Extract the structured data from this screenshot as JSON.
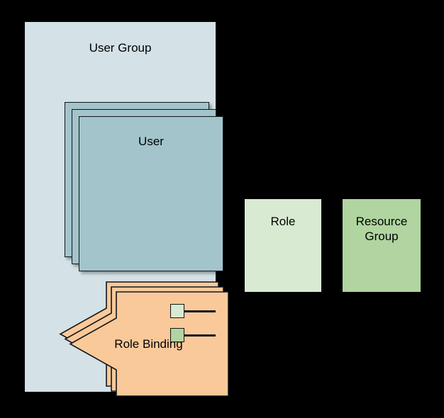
{
  "diagram": {
    "title": "RBAC role binding diagram",
    "background_color": "#000000",
    "nodes": {
      "user_group": {
        "label": "User Group",
        "fill": "#d4e1e6",
        "stroke": "none"
      },
      "user": {
        "label": "User",
        "fill": "#a3c4cb",
        "stroke": "#11171a",
        "stack_count": 3
      },
      "role_binding": {
        "label": "Role Binding",
        "fill": "#fac99a",
        "stroke": "#11171a",
        "stack_count": 3,
        "shape": "left-arrow"
      },
      "role": {
        "label": "Role",
        "fill": "#d9ead3",
        "stroke": "none"
      },
      "resource_group": {
        "label": "Resource\nGroup",
        "fill": "#b0d5a0",
        "stroke": "none"
      }
    },
    "swatches": [
      {
        "name": "role-swatch",
        "fill": "#d9ead3"
      },
      {
        "name": "resource-group-swatch",
        "fill": "#b0d5a0"
      }
    ],
    "connectors": [
      {
        "name": "role-connector",
        "from": "role-binding",
        "to": "role",
        "color": "#11171a"
      },
      {
        "name": "resource-group-connector",
        "from": "role-binding",
        "to": "resource-group",
        "color": "#11171a"
      }
    ]
  }
}
